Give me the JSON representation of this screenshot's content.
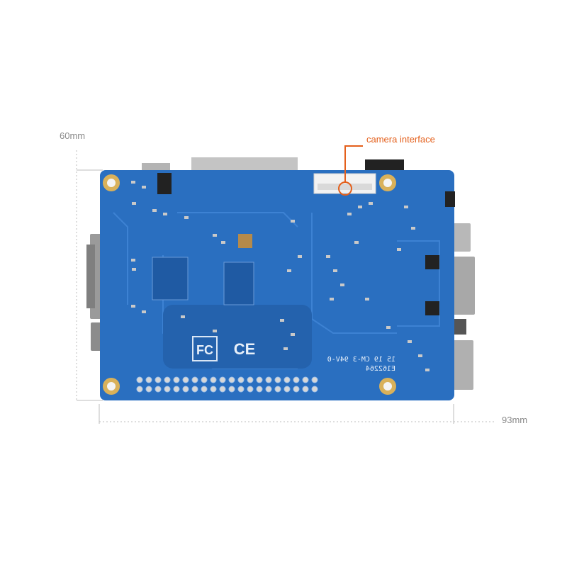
{
  "dimensions": {
    "height_label": "60mm",
    "width_label": "93mm"
  },
  "callout": {
    "label": "camera interface"
  },
  "board": {
    "marks": [
      "FC",
      "CE"
    ],
    "silkscreen_lines": [
      "E162264",
      "15 19 CM-3 94V-0"
    ],
    "colors": {
      "pcb": "#2a6fc0",
      "pcb_dark": "#1f5aa3",
      "trace": "#3f86d6",
      "callout": "#e4601c"
    }
  }
}
